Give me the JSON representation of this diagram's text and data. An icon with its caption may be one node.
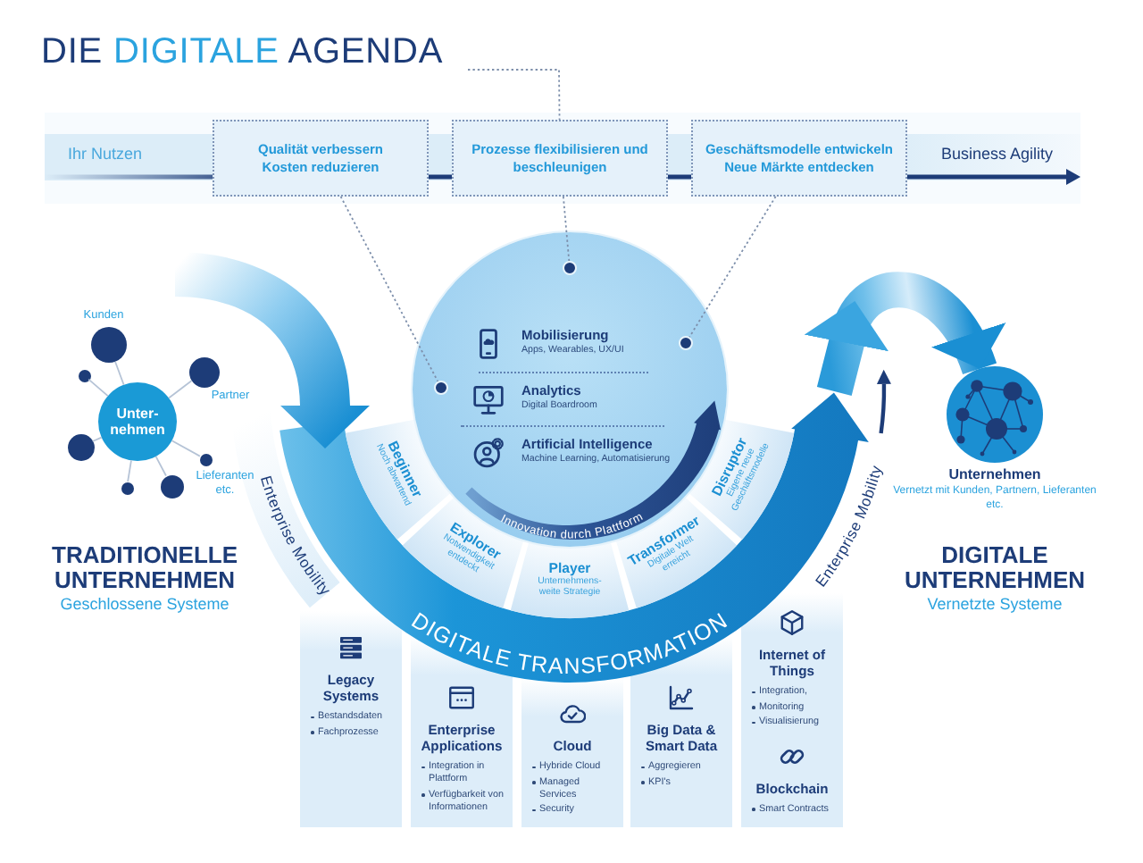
{
  "diagram": {
    "title": "DIE DIGITALE AGENDA",
    "nodes": [
      {
        "text": [
          "Ihr Nutzen",
          "Business Agility"
        ]
      },
      {
        "text": [
          "Qualität verbessern",
          "Kosten reduzieren"
        ],
        "in": 0
      },
      {
        "text": [
          "Prozesse flexibilisieren und beschleunigen"
        ],
        "in": 0
      },
      {
        "text": [
          "Geschäftsmodelle entwickeln",
          "Neue Märkte entdecken"
        ],
        "in": 0
      },
      {
        "text": [
          "Unter- nehmen"
        ]
      },
      {
        "text": [],
        "shape": "circle",
        "beside": [
          "Kunden"
        ]
      },
      {
        "text": [],
        "shape": "circle",
        "beside": [
          "Partner"
        ]
      },
      {
        "text": [],
        "shape": "circle"
      },
      {
        "text": [],
        "shape": "circle"
      },
      {
        "text": [],
        "shape": "circle",
        "beside": [
          "Lieferanten etc."
        ]
      },
      {
        "text": [],
        "shape": "circle"
      },
      {
        "text": [],
        "shape": "circle"
      },
      {
        "text": [
          "Mobilisierung",
          "Apps, Wearables, UX/UI",
          "Analytics",
          "Digital Boardroom",
          "Artificial Intelligence",
          "Machine Learning, Automatisierung"
        ]
      },
      {
        "text": [],
        "shape": "circle",
        "in": 12
      },
      {
        "text": [],
        "shape": "circle",
        "in": 12
      },
      {
        "text": [],
        "shape": "circle",
        "in": 12
      },
      {
        "text": [
          "Beginner",
          "Noch abwartend"
        ]
      },
      {
        "text": [
          "Explorer",
          "Notwendigkeit entdeckt"
        ]
      },
      {
        "text": [
          "Player",
          "Unternehmens- weite Strategie"
        ]
      },
      {
        "text": [
          "Transformer",
          "Digitale Welt erreicht"
        ]
      },
      {
        "text": [
          "Disruptor",
          "Eigene neue Geschäftsmodelle"
        ]
      },
      {
        "text": [
          "DIGITALE TRANSFORMATION"
        ]
      },
      {
        "text": [
          "Legacy Systems",
          "Bestandsdaten",
          "Fachprozesse"
        ]
      },
      {
        "text": [
          "Enterprise Applications",
          "Integration in Plattform",
          "Verfügbarkeit von Informationen"
        ]
      },
      {
        "text": [
          "Cloud",
          "Hybride Cloud",
          "Managed Services",
          "Security"
        ]
      },
      {
        "text": [
          "Big Data & Smart Data",
          "Aggregieren",
          "KPI's"
        ]
      },
      {
        "text": [
          "Internet of Things",
          "Integration,",
          "Monitoring",
          "Visualisierung",
          "Blockchain",
          "Smart Contracts"
        ]
      },
      {
        "text": [],
        "shape": "circle",
        "beside": [
          "Unternehmen",
          "Vernetzt mit Kunden, Partnern, Lieferanten etc."
        ]
      }
    ],
    "edges": [
      {
        "from": null,
        "to": 2,
        "arrow": "none",
        "style": "dashed"
      },
      {
        "from": 1,
        "to": 13,
        "arrow": "none",
        "style": "dashed"
      },
      {
        "from": 2,
        "to": 14,
        "arrow": "none",
        "style": "dashed"
      },
      {
        "from": 3,
        "to": 15,
        "arrow": "none",
        "style": "dashed"
      },
      {
        "from": 4,
        "to": 5,
        "arrow": "none"
      },
      {
        "from": 4,
        "to": 6,
        "arrow": "none"
      },
      {
        "from": 4,
        "to": 7,
        "arrow": "none"
      },
      {
        "from": 4,
        "to": 8,
        "arrow": "none"
      },
      {
        "from": 4,
        "to": 9,
        "arrow": "none"
      },
      {
        "from": 4,
        "to": 10,
        "arrow": "none"
      },
      {
        "from": 4,
        "to": 11,
        "arrow": "none"
      },
      {
        "from": 21,
        "to": 27,
        "arrow": "to",
        "style": "thick",
        "color": "#1a8fd3"
      }
    ],
    "labels": [
      "TRADITIONELLE UNTERNEHMEN",
      "Geschlossene Systeme",
      "Enterprise Mobility",
      "Innovation durch Plattform",
      "Enterprise Mobility",
      "DIGITALE UNTERNEHMEN",
      "Vernetzte Systeme"
    ]
  }
}
